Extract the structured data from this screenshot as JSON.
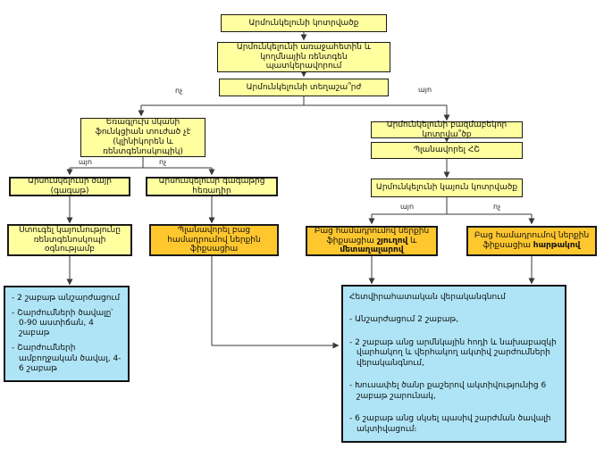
{
  "diagram": {
    "labels": {
      "yes": "այո",
      "no": "ոչ"
    },
    "nodes": {
      "fracture": "Արմունկելունի կոտրվածք",
      "xray": "Արմունկելունի առաջահետին և կողմնային ռենտգեն պատկերավորում",
      "displacement_q": "Արմունկելունի տեղաշա՞րժ",
      "triceps": "Եռագլուխ մկանի ֆունկցիան տուժած չէ (կլինիկորեն և ռենտգենոսկոպիկ)",
      "tip_apex": "Արմունկելունի ծայր (գագաթ)",
      "distal_apex": "Արմունկելունի գագաթից հեռադիր",
      "check_stability": "Ստուգել կայունությունը ռենտգենոսկոպի օգնությամբ",
      "plan_orif": "Պլանավորել բաց համադրումով ներքին ֆիքսացիա",
      "comminuted_q": "Արմունկելունի բազմաբեկոր կոտրվա՞ծք",
      "plan_ct": "Պլանավորել ՀՇ",
      "stable_fracture": "Արմունկելունի կայուն կոտրվածք",
      "orif_pin": {
        "part1": "Բաց համադրումով ներքին ֆիքսացիա ",
        "bold1": "շյուղով",
        "part2": " և ",
        "bold2": "մետաղալարով"
      },
      "orif_plate": {
        "part1": "Բաց համադրումով ներքին ֆիքսացիա ",
        "bold1": "հարթակով"
      }
    },
    "left_outcome": {
      "bullets": [
        "- 2 շաբաթ անշարժացում",
        "- Շարժումների ծավալը՝ 0-90 աստիճան, 4 շաբաթ",
        "- Շարժումների ամբողջական ծավալ, 4-6 շաբաթ"
      ]
    },
    "right_outcome": {
      "title": "Հետվիրահատական վերականգնում",
      "bullets": [
        "- Անշարժացում 2 շաբաթ,",
        "- 2 շաբաթ անց արմնկային հոդի և նախաբազկի վարհակող և վերհակող ակտիվ շարժումների վերականգնում,",
        "- Խուսափել ծանր քաշերով ակտիվությունից 6 շաբաթ շարունակ,",
        "- 6 շաբաթ անց սկսել պասիվ շարժման ծավալի ակտիվացում։"
      ]
    },
    "colors": {
      "node_fill": "#ffffa0",
      "highlight_fill": "#ffc72e",
      "outcome_fill": "#aee4f6",
      "border": "#1a1a1a",
      "connector": "#3a3a3a"
    }
  }
}
